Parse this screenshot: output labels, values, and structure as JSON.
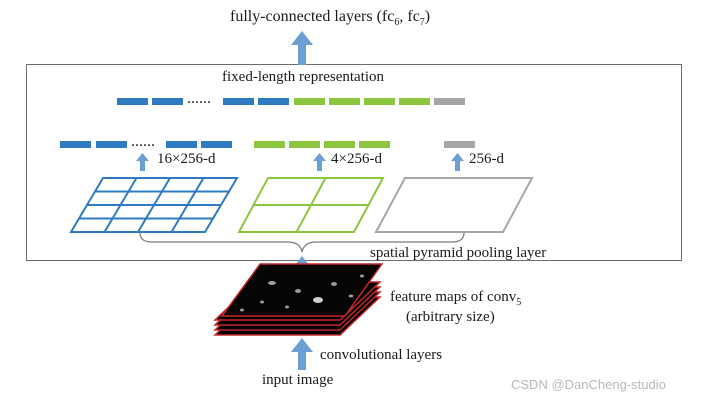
{
  "diagram": {
    "top_label": "fully-connected layers (fc",
    "top_label_sub1": "6",
    "top_label_mid": ", fc",
    "top_label_sub2": "7",
    "top_label_end": ")",
    "fixed_length_label": "fixed-length representation",
    "dots_top": "......",
    "dots_left": "......",
    "label_16": "16×256-d",
    "label_4": "4×256-d",
    "label_1": "256-d",
    "spp_label": "spatial pyramid pooling layer",
    "feature_maps_label": "feature maps of conv",
    "feature_maps_sub": "5",
    "arbitrary_size_label": "(arbitrary size)",
    "conv_layers_label": "convolutional layers",
    "input_label": "input image",
    "watermark": "CSDN @DanCheng-studio",
    "colors": {
      "blue": "#2f7bc2",
      "green": "#8cc63f",
      "gray": "#a6a6a6",
      "arrow": "#6c9fd2",
      "feature_edge": "#c62828"
    }
  }
}
